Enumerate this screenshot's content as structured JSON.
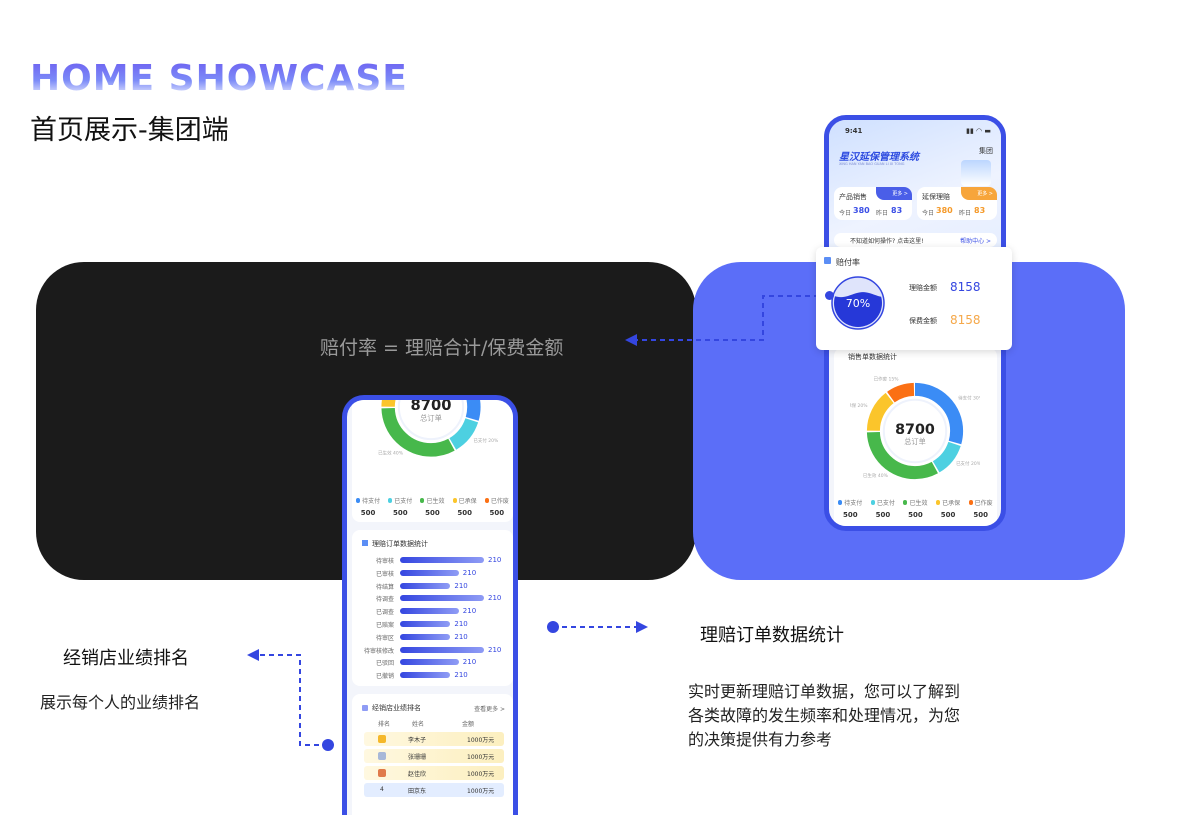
{
  "heading": {
    "en": "HOME SHOWCASE",
    "cn": "首页展示-集团端"
  },
  "formula": "赔付率 = 理赔合计/保费金额",
  "left_caption": {
    "title": "经销店业绩排名",
    "desc": "展示每个人的业绩排名"
  },
  "right_caption": {
    "title": "理赔订单数据统计",
    "desc": [
      "实时更新理赔订单数据，您可以了解到",
      "各类故障的发生频率和处理情况，为您",
      "的决策提供有力参考"
    ]
  },
  "phone": {
    "time": "9:41",
    "app_title": "星汉延保管理系统",
    "app_subtitle": "XING HAN YAN BAO GUAN LI XI TONG",
    "org": "集团",
    "cards": [
      {
        "title": "产品销售",
        "more": "更多 >",
        "l1": "今日",
        "v1": "380",
        "l2": "昨日",
        "v2": "83",
        "color": "#3b4fe6"
      },
      {
        "title": "延保理赔",
        "more": "更多 >",
        "l1": "今日",
        "v1": "380",
        "l2": "昨日",
        "v2": "83",
        "color": "#f59a2a"
      }
    ],
    "notice": "不知道如何操作? 点击这里!",
    "help": "帮助中心 >",
    "section_sales": "销售单数据统计",
    "total": "8700",
    "total_label": "总订单",
    "segments": [
      {
        "name": "待支付",
        "pct": 30,
        "label": "30%",
        "color": "#3b8cf5"
      },
      {
        "name": "已支付",
        "pct": 12,
        "label": "20%",
        "color": "#4dd0e1"
      },
      {
        "name": "已生效",
        "pct": 33,
        "label": "40%",
        "color": "#47b84b"
      },
      {
        "name": "已承保",
        "pct": 15,
        "label": "20%",
        "color": "#fbc52b"
      },
      {
        "name": "已作废",
        "pct": 10,
        "label": "15%",
        "color": "#fb7014"
      }
    ],
    "legend_values": [
      "500",
      "500",
      "500",
      "500",
      "500"
    ],
    "claims_title": "理赔订单数据统计",
    "claims": [
      {
        "label": "待审核",
        "value": "210",
        "frac": 1
      },
      {
        "label": "已审核",
        "value": "210",
        "frac": 0.7
      },
      {
        "label": "待结算",
        "value": "210",
        "frac": 0.6
      },
      {
        "label": "待调查",
        "value": "210",
        "frac": 1
      },
      {
        "label": "已调查",
        "value": "210",
        "frac": 0.7
      },
      {
        "label": "已赔案",
        "value": "210",
        "frac": 0.6
      },
      {
        "label": "待审区",
        "value": "210",
        "frac": 0.6
      },
      {
        "label": "待审核修改",
        "value": "210",
        "frac": 1
      },
      {
        "label": "已驳回",
        "value": "210",
        "frac": 0.7
      },
      {
        "label": "已撤销",
        "value": "210",
        "frac": 0.6
      }
    ],
    "rank_title": "经销店业绩排名",
    "rank_more": "查看更多 >",
    "rank_headers": [
      "排名",
      "姓名",
      "金额"
    ],
    "ranks": [
      {
        "rank": "1",
        "name": "李木子",
        "amount": "1000万元"
      },
      {
        "rank": "2",
        "name": "张珊珊",
        "amount": "1000万元"
      },
      {
        "rank": "3",
        "name": "赵佳欣",
        "amount": "1000万元"
      },
      {
        "rank": "4",
        "name": "田京东",
        "amount": "1000万元"
      }
    ]
  },
  "popup": {
    "title": "赔付率",
    "rate": "70%",
    "rate_value": 0.7,
    "claim_label": "理赔金额",
    "claim_value": "8158",
    "premium_label": "保费金额",
    "premium_value": "8158"
  }
}
